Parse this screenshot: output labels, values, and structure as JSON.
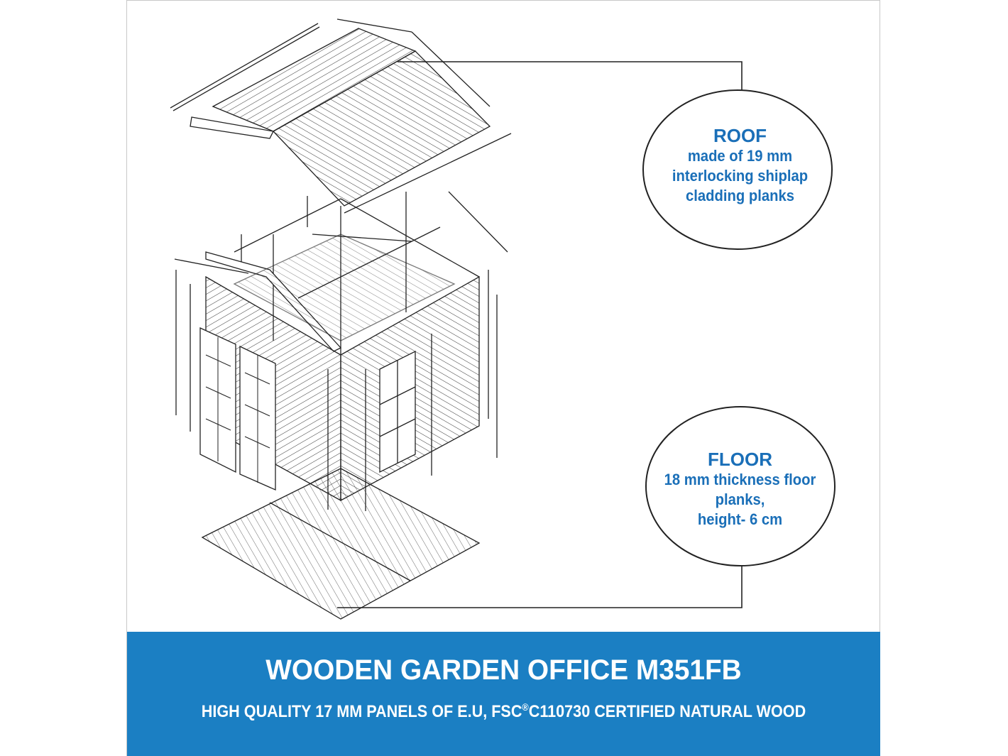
{
  "roof_callout": {
    "heading": "ROOF",
    "lines": [
      "made of 19 mm",
      "interlocking shiplap",
      "cladding planks"
    ]
  },
  "floor_callout": {
    "heading": "FLOOR",
    "lines": [
      "18 mm thickness floor",
      "planks,",
      "height- 6 cm"
    ]
  },
  "banner": {
    "title": "WOODEN GARDEN OFFICE M351FB",
    "subtitle_pre": "HIGH QUALITY 17 MM PANELS OF E.U, FSC",
    "subtitle_mark": "®",
    "subtitle_post": "C110730 CERTIFIED NATURAL WOOD"
  },
  "colors": {
    "banner": "#1b7fc3",
    "callout_text": "#1a6fb8",
    "line": "#222222"
  }
}
